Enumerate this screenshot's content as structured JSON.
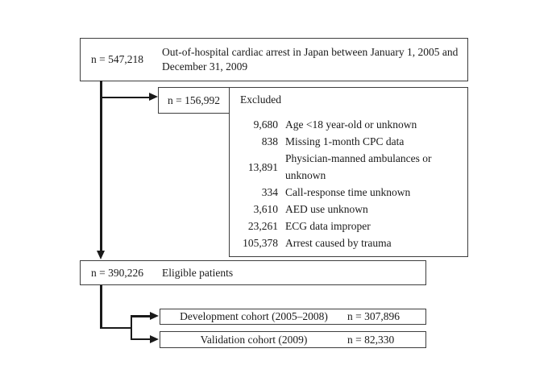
{
  "colors": {
    "background": "#ffffff",
    "box_border": "#3e3e3e",
    "line": "#1a1a1a",
    "text": "#1a1a1a"
  },
  "flowchart": {
    "initial": {
      "n": "n = 547,218",
      "label": "Out-of-hospital cardiac arrest in Japan between January 1, 2005 and December 31, 2009"
    },
    "excluded": {
      "n": "n = 156,992",
      "title": "Excluded",
      "items": [
        {
          "count": "9,680",
          "reason": "Age <18 year-old or unknown"
        },
        {
          "count": "838",
          "reason": "Missing 1-month CPC data"
        },
        {
          "count": "13,891",
          "reason": "Physician-manned ambulances or unknown"
        },
        {
          "count": "334",
          "reason": "Call-response time unknown"
        },
        {
          "count": "3,610",
          "reason": "AED use unknown"
        },
        {
          "count": "23,261",
          "reason": "ECG data improper"
        },
        {
          "count": "105,378",
          "reason": "Arrest caused by trauma"
        }
      ]
    },
    "eligible": {
      "n": "n = 390,226",
      "label": "Eligible patients"
    },
    "development": {
      "label": "Development cohort (2005–2008)",
      "n": "n = 307,896"
    },
    "validation": {
      "label": "Validation cohort (2009)",
      "n": "n = 82,330"
    }
  }
}
